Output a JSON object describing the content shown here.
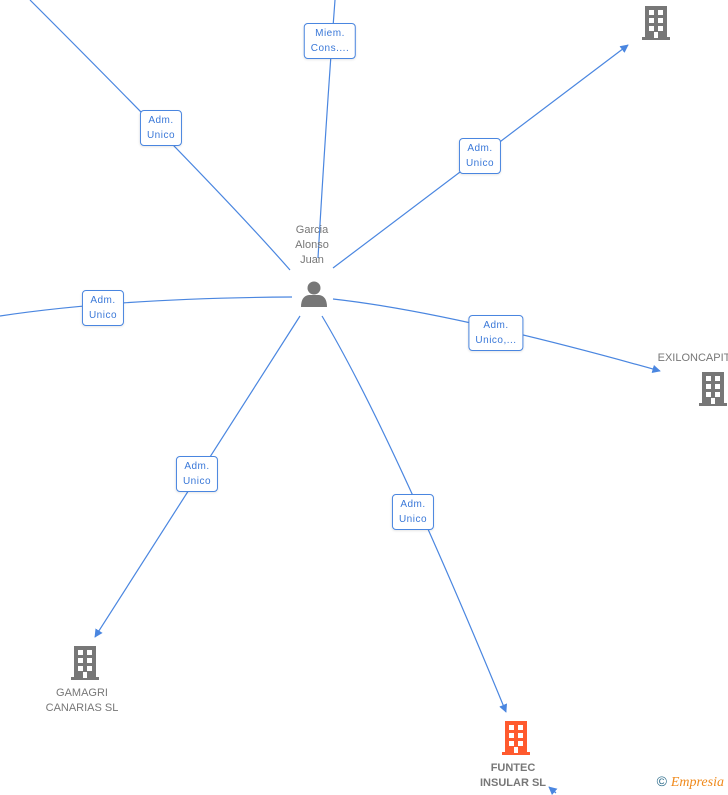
{
  "person": {
    "name_lines": [
      "Garcia",
      "Alonso",
      "Juan"
    ],
    "icon": "person-icon"
  },
  "edges": [
    {
      "label": [
        "Adm.",
        "Unico"
      ]
    },
    {
      "label": [
        "Miem.",
        "Cons...."
      ]
    },
    {
      "label": [
        "Adm.",
        "Unico"
      ]
    },
    {
      "label": [
        "Adm.",
        "Unico"
      ]
    },
    {
      "label": [
        "Adm.",
        "Unico,..."
      ]
    },
    {
      "label": [
        "Adm.",
        "Unico"
      ]
    },
    {
      "label": [
        "Adm.",
        "Unico"
      ]
    }
  ],
  "companies": [
    {
      "name_lines": [
        "EXILONCAPIT"
      ],
      "color": "#777777"
    },
    {
      "name_lines": [
        "GAMAGRI",
        "CANARIAS SL"
      ],
      "color": "#777777"
    },
    {
      "name_lines": [
        "FUNTEC",
        "INSULAR SL"
      ],
      "color": "#ff5a2e"
    },
    {
      "name_lines": [],
      "color": "#777777"
    }
  ],
  "colors": {
    "edge": "#4a86e0",
    "building": "#777777",
    "highlight": "#ff5a2e"
  },
  "watermark": {
    "copyright": "©",
    "brand": "Empresia"
  }
}
